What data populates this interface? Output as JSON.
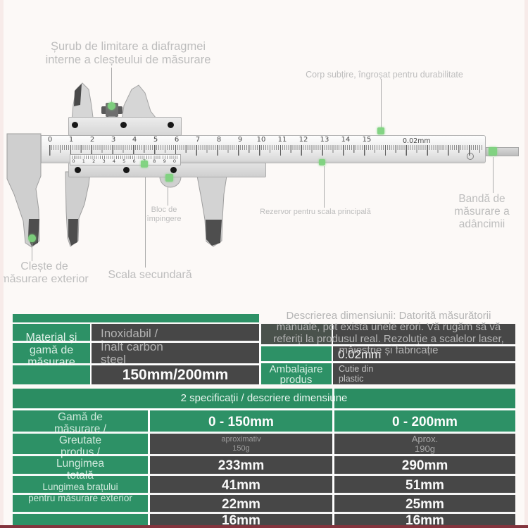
{
  "diagram": {
    "labels": {
      "limit_screw": "Șurub de limitare a diafragmei\ninterne a cleșteului de măsurare",
      "thin_body": "Corp subțire, îngroșat pentru durabilitate",
      "depth_band": "Bandă de\nmăsurare a\nadâncimii",
      "main_scale_reservoir": "Rezervor pentru scala principală",
      "push_block": "Bloc de\nîmpingere",
      "secondary_scale": "Scala secundară",
      "exterior_jaws": "Clește de\nmăsurare exterior"
    },
    "main_scale_numbers": [
      "0",
      "1",
      "2",
      "3",
      "4",
      "5",
      "6",
      "7",
      "8",
      "9",
      "10",
      "11",
      "12",
      "13",
      "14",
      "15"
    ],
    "precision_label": "0.02mm",
    "vernier_digits": [
      "0",
      "1",
      "2",
      "3",
      "4",
      "5",
      "6",
      "7",
      "8",
      "9",
      "0"
    ],
    "marker_color": "#7ed37e"
  },
  "top_table": {
    "material_label": "Material și\ngamă de\nmăsurare",
    "material_value": "Inoxidabil /\nÎnalt carbon\nsteel",
    "size_value": "150mm/200mm",
    "packaging_label": "Ambalajare\nprodus",
    "resolution_value": "0.02mm",
    "packaging_value": "Cutie din\nplastic"
  },
  "description_note": "Descrierea dimensiunii: Datorită măsurătorii\nmanuale, pot exista unele erori. Vă rugăm să vă\nreferiți la produsul real. Rezoluție a scalelor laser,\nmăiestrie și fabricație",
  "bottom_table": {
    "header": "2 specificații / descriere dimensiune",
    "row_labels_main": "Gamă de\nmăsurare /\nGreutate\nprodus /\nLungimea\ntotală",
    "row_labels_secondary": "Lungimea brațului\npentru măsurare exterior",
    "rows": [
      {
        "spec_150": "0 - 150mm",
        "spec_200": "0 - 200mm"
      },
      {
        "spec_150": "aproximativ\n150g",
        "spec_200": "Aprox.\n190g"
      },
      {
        "spec_150": "233mm",
        "spec_200": "290mm"
      },
      {
        "spec_150": "41mm",
        "spec_200": "51mm"
      },
      {
        "spec_150": "22mm",
        "spec_200": "25mm"
      },
      {
        "spec_150": "16mm",
        "spec_200": "16mm"
      }
    ]
  },
  "colors": {
    "green": "#2d9166",
    "dark_cell": "#474747",
    "accent_bottom_line": "#84343e"
  }
}
